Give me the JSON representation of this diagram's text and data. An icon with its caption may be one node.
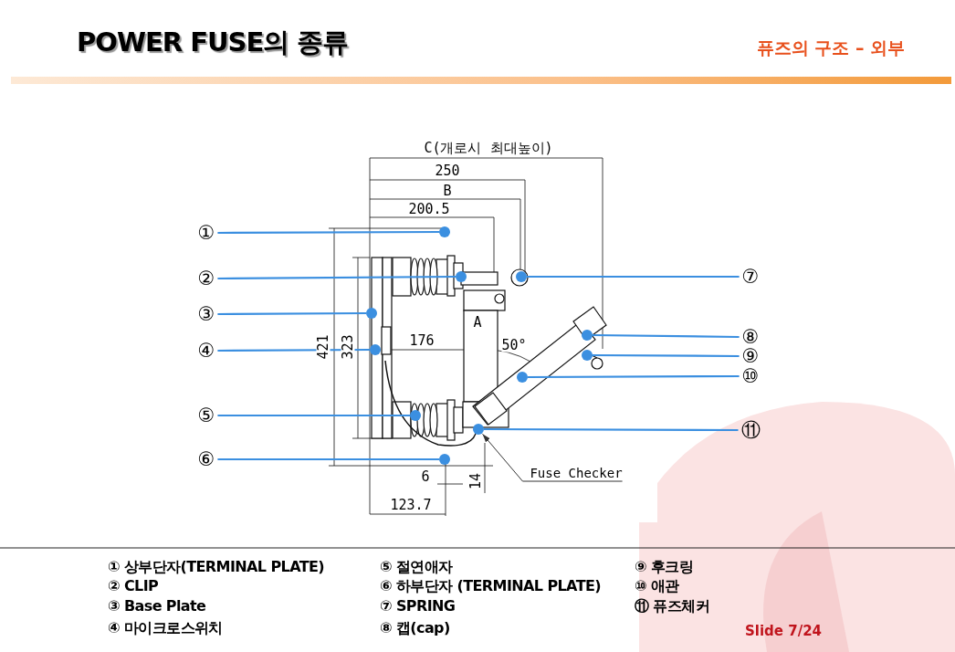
{
  "diagram": {
    "title": "POWER FUSE의 종류",
    "nodes": [
      {
        "text": [
          "①"
        ]
      },
      {
        "text": [
          "②"
        ]
      },
      {
        "text": [
          "③"
        ]
      },
      {
        "text": [
          "④"
        ]
      },
      {
        "text": [
          "⑤"
        ]
      },
      {
        "text": [
          "⑥"
        ]
      },
      {
        "text": [
          "⑦"
        ]
      },
      {
        "text": [
          "⑧"
        ]
      },
      {
        "text": [
          "⑨"
        ]
      },
      {
        "text": [
          "⑩"
        ]
      },
      {
        "text": [
          "⑪"
        ]
      },
      {
        "text": [],
        "shape": "circle"
      },
      {
        "text": [],
        "shape": "circle"
      },
      {
        "text": [],
        "shape": "circle"
      },
      {
        "text": [],
        "shape": "circle"
      },
      {
        "text": [],
        "shape": "circle"
      },
      {
        "text": [],
        "shape": "circle"
      },
      {
        "text": [],
        "shape": "circle"
      },
      {
        "text": [],
        "shape": "circle"
      },
      {
        "text": [],
        "shape": "circle"
      },
      {
        "text": [],
        "shape": "circle"
      },
      {
        "text": [],
        "shape": "circle"
      },
      {
        "text": [
          "Fuse Checker"
        ]
      }
    ],
    "edges": [
      {
        "from": 0,
        "to": 11,
        "arrow": "none"
      },
      {
        "from": 1,
        "to": 12,
        "arrow": "none"
      },
      {
        "from": 2,
        "to": 13,
        "arrow": "none"
      },
      {
        "from": 3,
        "to": 14,
        "arrow": "none"
      },
      {
        "from": 4,
        "to": 15,
        "arrow": "none"
      },
      {
        "from": 5,
        "to": 16,
        "arrow": "none"
      },
      {
        "from": 6,
        "to": 17,
        "arrow": "none"
      },
      {
        "from": 7,
        "to": 18,
        "arrow": "none"
      },
      {
        "from": 8,
        "to": 19,
        "arrow": "none"
      },
      {
        "from": 9,
        "to": 20,
        "arrow": "none"
      },
      {
        "from": 10,
        "to": 21,
        "arrow": "none"
      },
      {
        "from": 22,
        "to": 21,
        "arrow": "to",
        "color": "#333333"
      }
    ],
    "labels": [
      "퓨즈의 구조 – 외부",
      "C(개로시 최대높이)",
      "250",
      "B",
      "200.5",
      "421",
      "323",
      "A",
      "176",
      "50°",
      "6",
      "14",
      "123.7",
      "① 상부단자(TERMINAL PLATE)",
      "② CLIP",
      "③ Base Plate",
      "④ 마이크로스위치",
      "⑤ 절연애자",
      "⑥ 하부단자 (TERMINAL PLATE)",
      "⑦ SPRING",
      "⑧ 캡(cap)",
      "⑨ 후크링",
      "⑩ 애관",
      "⑪ 퓨즈체커",
      "Slide 7/24"
    ]
  }
}
